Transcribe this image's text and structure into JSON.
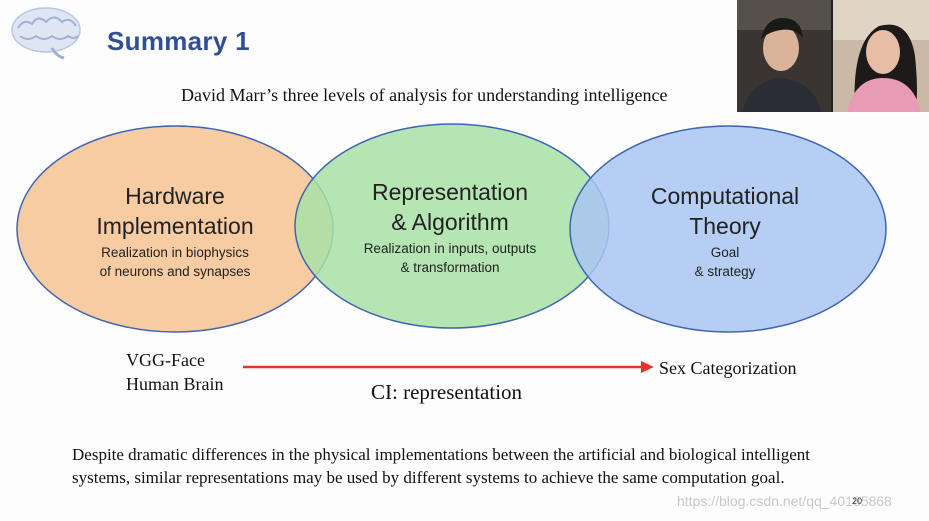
{
  "slide": {
    "title": "Summary 1",
    "subtitle": "David Marr’s three levels of analysis for understanding intelligence",
    "page_number": "20",
    "watermark": "https://blog.csdn.net/qq_40185868"
  },
  "diagram": {
    "circles": [
      {
        "heading": [
          "Hardware",
          "Implementation"
        ],
        "details": [
          "Realization in biophysics",
          "of neurons and synapses"
        ],
        "color": "#f6c89a"
      },
      {
        "heading": [
          "Representation",
          "& Algorithm"
        ],
        "details": [
          "Realization in inputs, outputs",
          "& transformation"
        ],
        "color": "#a8e0a6"
      },
      {
        "heading": [
          "Computational",
          "Theory"
        ],
        "details": [
          "Goal",
          "& strategy"
        ],
        "color": "#a9c6f2"
      }
    ]
  },
  "mapping": {
    "left_lines": [
      "VGG-Face",
      "Human Brain"
    ],
    "right_label": "Sex Categorization",
    "caption": "CI: representation",
    "arrow_color": "#e8332a"
  },
  "conclusion": "Despite dramatic differences in the physical implementations between the artificial and biological intelligent systems, similar representations may be used by different systems to achieve the same computation goal."
}
